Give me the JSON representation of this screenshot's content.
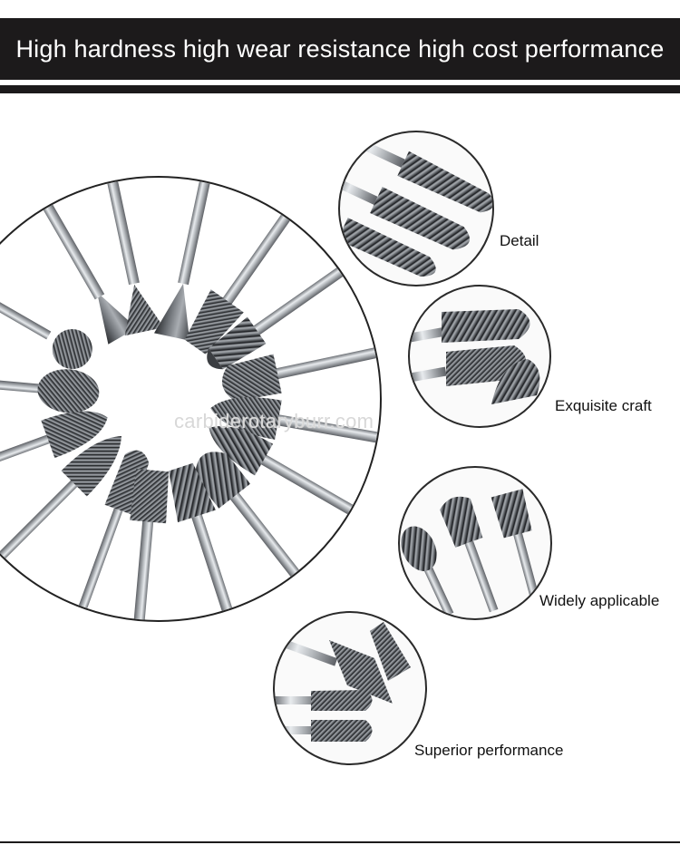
{
  "banner": {
    "title": "High hardness high wear resistance high cost performance"
  },
  "watermark": {
    "text": "carbiderotaryburr.com"
  },
  "features": [
    {
      "label": "Detail"
    },
    {
      "label": "Exquisite craft"
    },
    {
      "label": "Widely applicable"
    },
    {
      "label": "Superior performance"
    }
  ],
  "colors": {
    "banner_bg": "#1c1a1b",
    "banner_text": "#ffffff",
    "steel": "#9aa0a6"
  }
}
